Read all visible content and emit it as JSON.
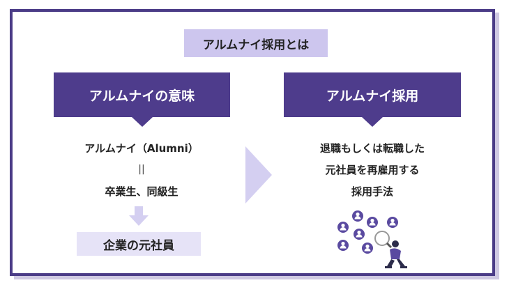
{
  "title": "アルムナイ採用とは",
  "left": {
    "header": "アルムナイの意味",
    "term": "アルムナイ（Alumni）",
    "equals": "||",
    "definition": "卒業生、同級生",
    "result": "企業の元社員"
  },
  "right": {
    "header": "アルムナイ採用",
    "lines": [
      "退職もしくは転職した",
      "元社員を再雇用する",
      "採用手法"
    ]
  },
  "colors": {
    "frame": "#4b3c87",
    "header": "#4e3c8c",
    "title_bg": "#cdc6ee",
    "result_bg": "#e6e3f7",
    "arrow": "#d4cff1"
  },
  "icons": {
    "down_arrow": "arrow-down-icon",
    "flow_arrow": "chevron-right-icon",
    "illustration": "people-search-illustration"
  }
}
